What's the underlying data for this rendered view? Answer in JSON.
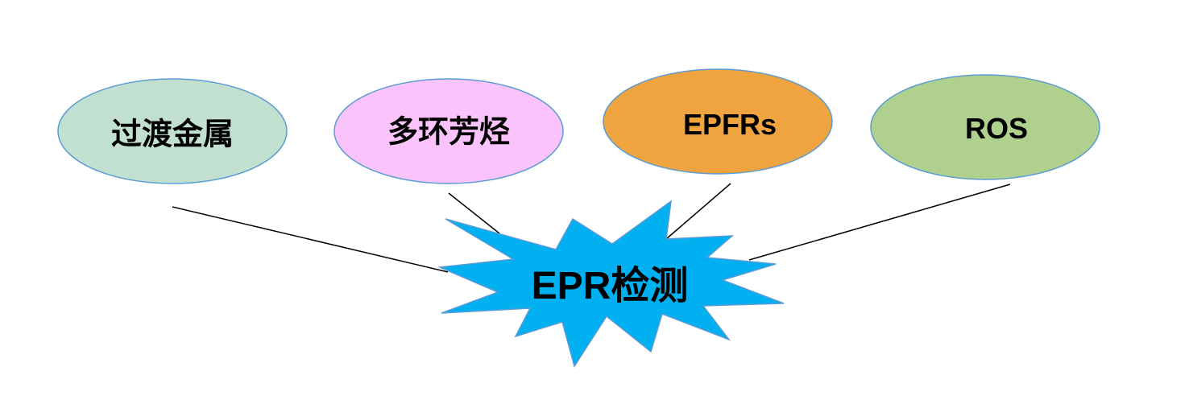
{
  "center": {
    "label": "EPR检测",
    "color": "#00b0f0"
  },
  "nodes": [
    {
      "label": "过渡金属",
      "color": "#c1e0d0"
    },
    {
      "label": "多环芳烃",
      "color": "#fbc3fb"
    },
    {
      "label": "EPFRs",
      "color": "#f0a43f"
    },
    {
      "label": "ROS",
      "color": "#b0d08e"
    }
  ]
}
